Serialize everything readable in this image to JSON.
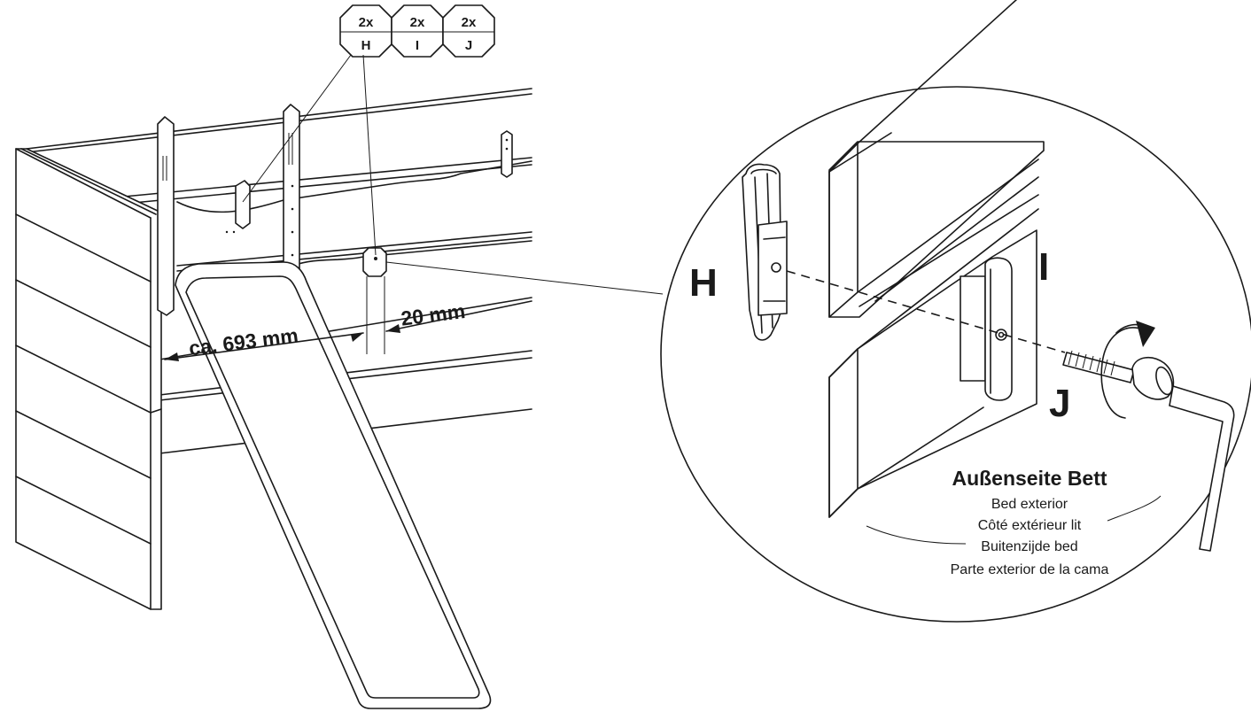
{
  "parts": [
    {
      "qty": "2x",
      "id": "H"
    },
    {
      "qty": "2x",
      "id": "I"
    },
    {
      "qty": "2x",
      "id": "J"
    }
  ],
  "dimensions": {
    "length": "ca. 693 mm",
    "offset": "20 mm"
  },
  "detail_labels": {
    "h": "H",
    "i": "I",
    "j": "J"
  },
  "caption": {
    "heading": "Außenseite Bett",
    "en": "Bed exterior",
    "fr": "Côté extérieur lit",
    "nl": "Buitenzijde bed",
    "es": "Parte exterior de la cama"
  }
}
